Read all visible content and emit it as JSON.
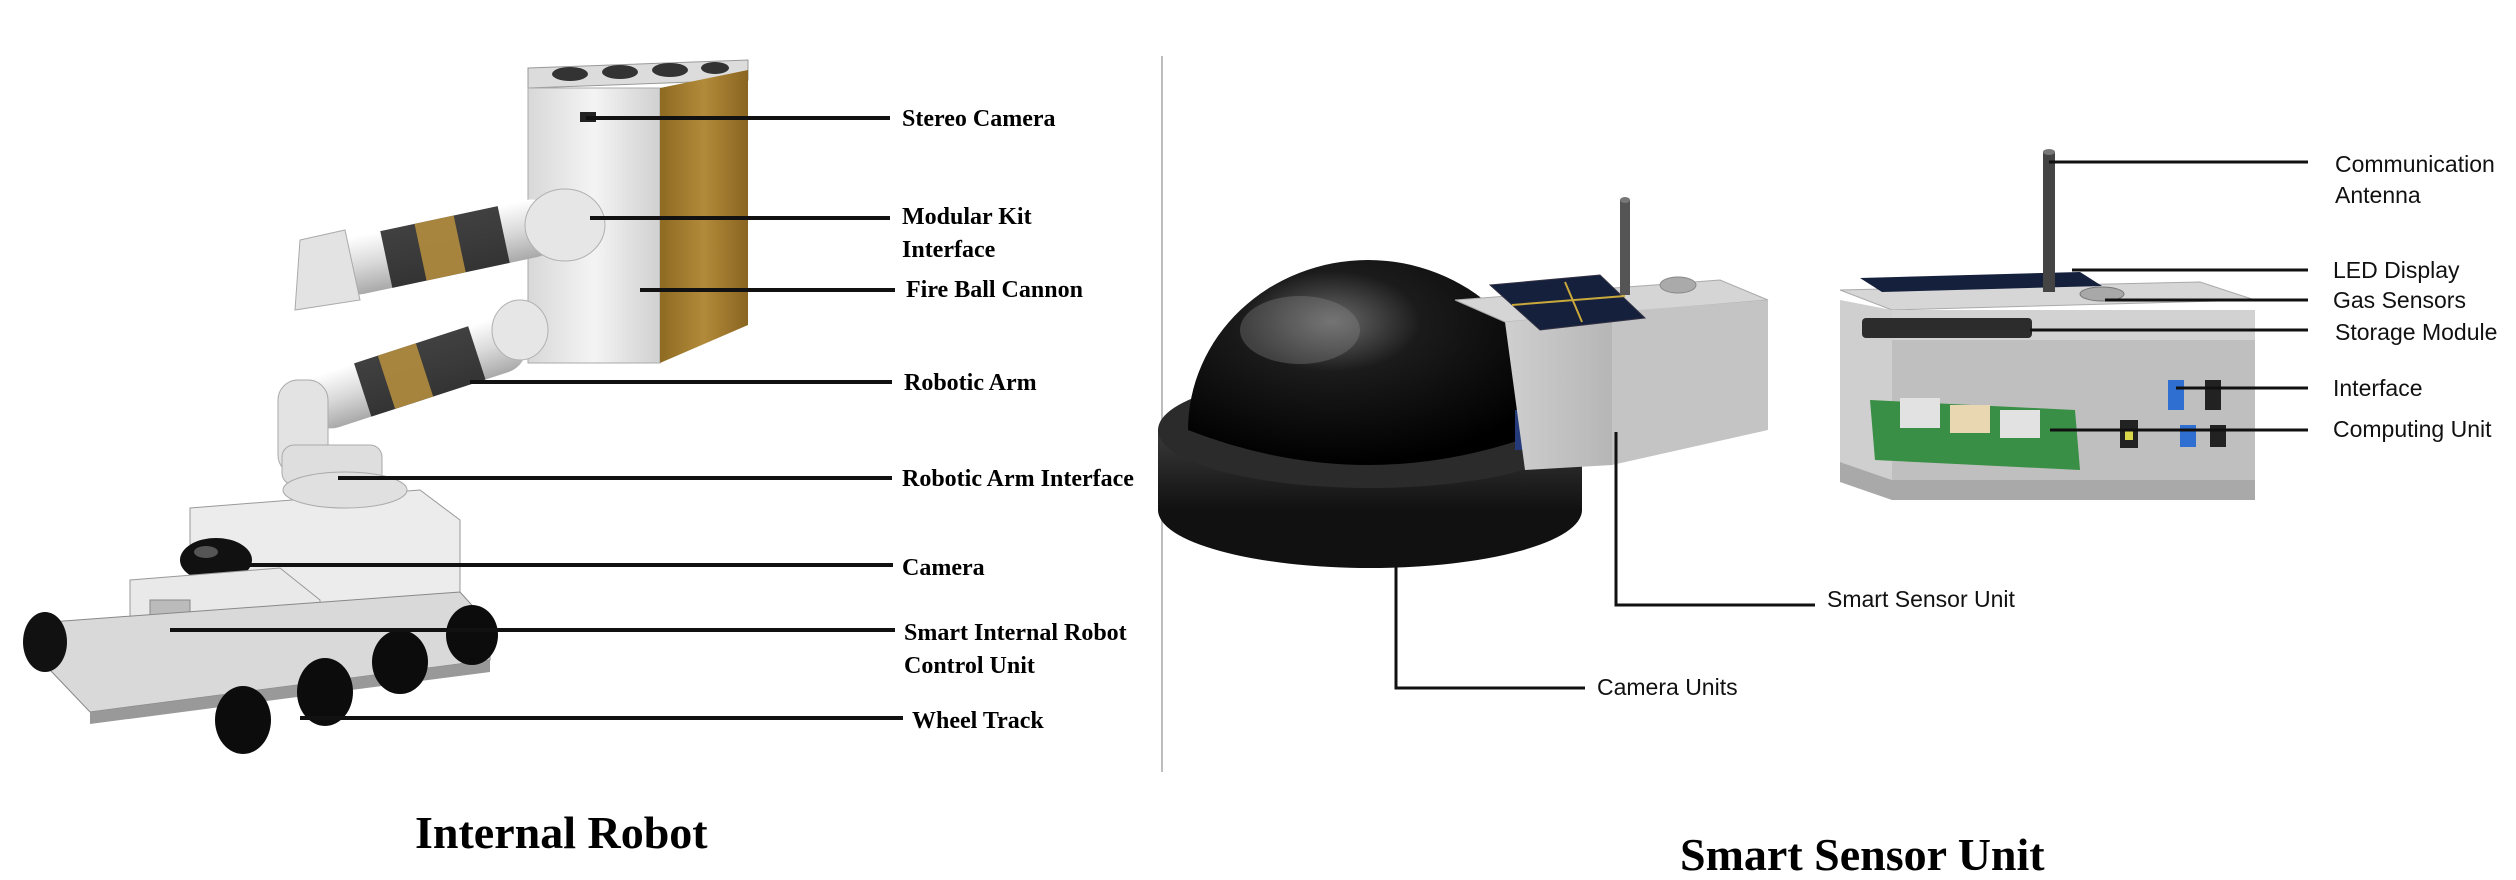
{
  "left_panel": {
    "caption": "Internal Robot",
    "labels": [
      {
        "id": "stereo-camera",
        "lines": [
          "Stereo Camera"
        ]
      },
      {
        "id": "modular-kit-interface",
        "lines": [
          "Modular Kit",
          "Interface"
        ]
      },
      {
        "id": "fire-ball-cannon",
        "lines": [
          "Fire Ball Cannon"
        ]
      },
      {
        "id": "robotic-arm",
        "lines": [
          "Robotic Arm"
        ]
      },
      {
        "id": "robotic-arm-interface",
        "lines": [
          "Robotic Arm Interface"
        ]
      },
      {
        "id": "camera",
        "lines": [
          "Camera"
        ]
      },
      {
        "id": "smart-internal-robot-control-unit",
        "lines": [
          "Smart Internal Robot",
          "Control Unit"
        ]
      },
      {
        "id": "wheel-track",
        "lines": [
          "Wheel Track"
        ]
      }
    ]
  },
  "right_panel": {
    "caption": "Smart Sensor Unit",
    "labels": [
      {
        "id": "communication-antenna",
        "lines": [
          "Communication",
          "Antenna"
        ]
      },
      {
        "id": "led-display",
        "lines": [
          "LED Display"
        ]
      },
      {
        "id": "gas-sensors",
        "lines": [
          "Gas Sensors"
        ]
      },
      {
        "id": "storage-module",
        "lines": [
          "Storage Module"
        ]
      },
      {
        "id": "interface",
        "lines": [
          "Interface"
        ]
      },
      {
        "id": "computing-unit",
        "lines": [
          "Computing Unit"
        ]
      },
      {
        "id": "smart-sensor-unit",
        "lines": [
          "Smart Sensor Unit"
        ]
      },
      {
        "id": "camera-units",
        "lines": [
          "Camera Units"
        ]
      }
    ]
  },
  "colors": {
    "robot_body": "#e6e6e6",
    "cannon_side": "#a8802f",
    "leader_line": "#111111",
    "divider": "#bdbdbd",
    "dome": "#0b0b0b",
    "pcb": "#3a8f46"
  }
}
